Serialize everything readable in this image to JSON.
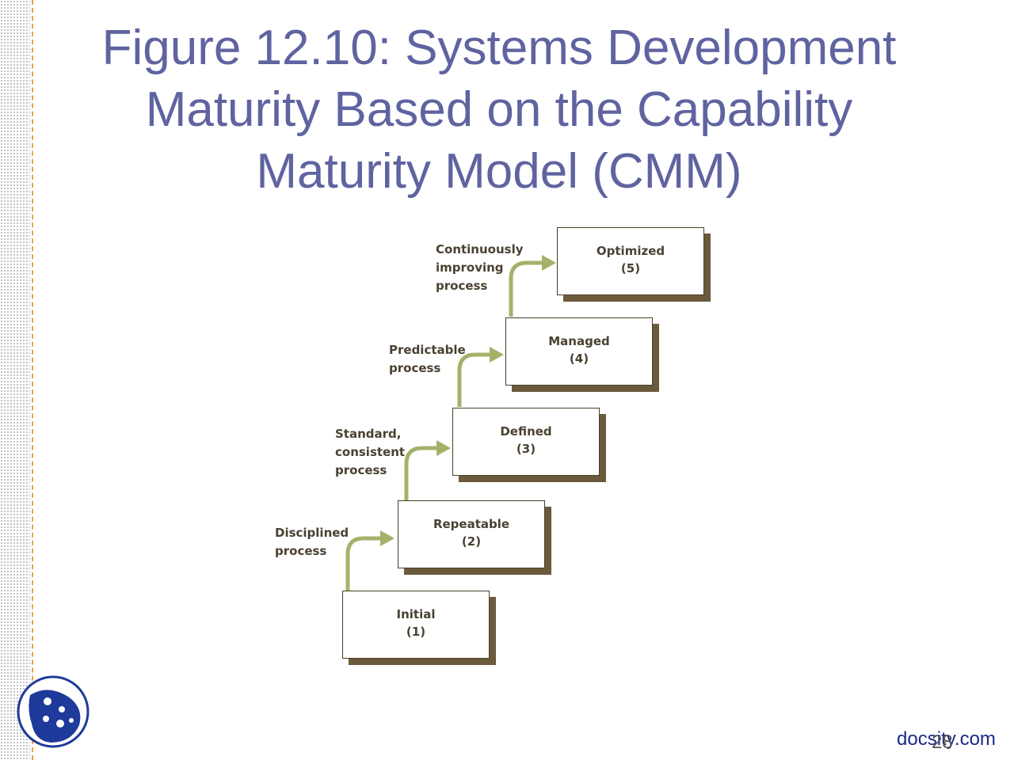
{
  "title": {
    "lines": [
      "Figure 12.10: Systems Development",
      "Maturity Based on the Capability",
      "Maturity Model (CMM)"
    ]
  },
  "stages": [
    {
      "name": "Initial",
      "level": "(1)"
    },
    {
      "name": "Repeatable",
      "level": "(2)"
    },
    {
      "name": "Defined",
      "level": "(3)"
    },
    {
      "name": "Managed",
      "level": "(4)"
    },
    {
      "name": "Optimized",
      "level": "(5)"
    }
  ],
  "transitions": [
    {
      "lines": [
        "Disciplined",
        "process"
      ]
    },
    {
      "lines": [
        "Standard,",
        "consistent",
        "process"
      ]
    },
    {
      "lines": [
        "Predictable",
        "process"
      ]
    },
    {
      "lines": [
        "Continuously",
        "improving",
        "process"
      ]
    }
  ],
  "colors": {
    "title": "#5f63a0",
    "arrow": "#a4b269",
    "box_shadow": "#6b5a3b",
    "text": "#4a4132"
  },
  "footer": {
    "brand": "docsity.com",
    "page_number": "28"
  }
}
